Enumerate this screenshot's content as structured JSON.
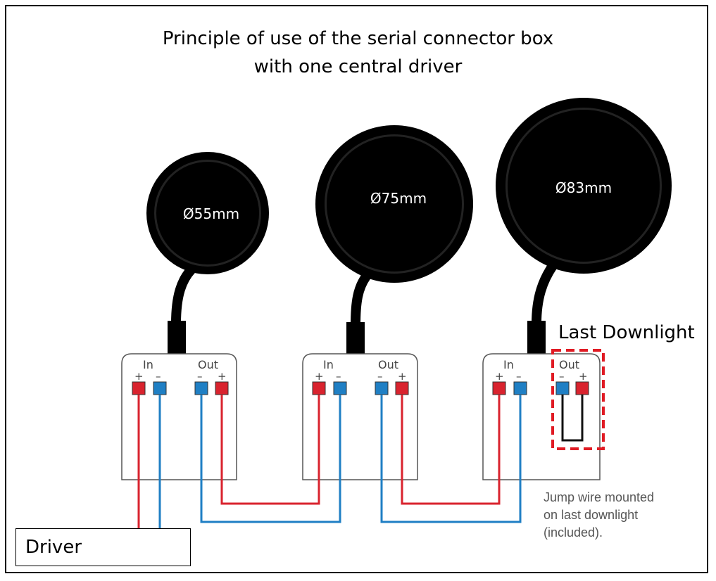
{
  "title": {
    "line1": "Principle of use of the serial connector box",
    "line2": "with one central driver"
  },
  "downlights": [
    {
      "size_label": "Ø55mm"
    },
    {
      "size_label": "Ø75mm"
    },
    {
      "size_label": "Ø83mm"
    }
  ],
  "connector": {
    "in_label": "In",
    "out_label": "Out",
    "plus": "+",
    "minus": "–"
  },
  "last_downlight_label": "Last  Downlight",
  "jump_note": {
    "line1": "Jump wire mounted",
    "line2": "on last downlight",
    "line3": "(included)."
  },
  "driver": {
    "label": "Driver",
    "plus": "+",
    "minus": "–"
  },
  "colors": {
    "positive": "#d9232e",
    "negative": "#1f7fc4",
    "highlight": "#e01b24",
    "downlight": "#000000"
  }
}
